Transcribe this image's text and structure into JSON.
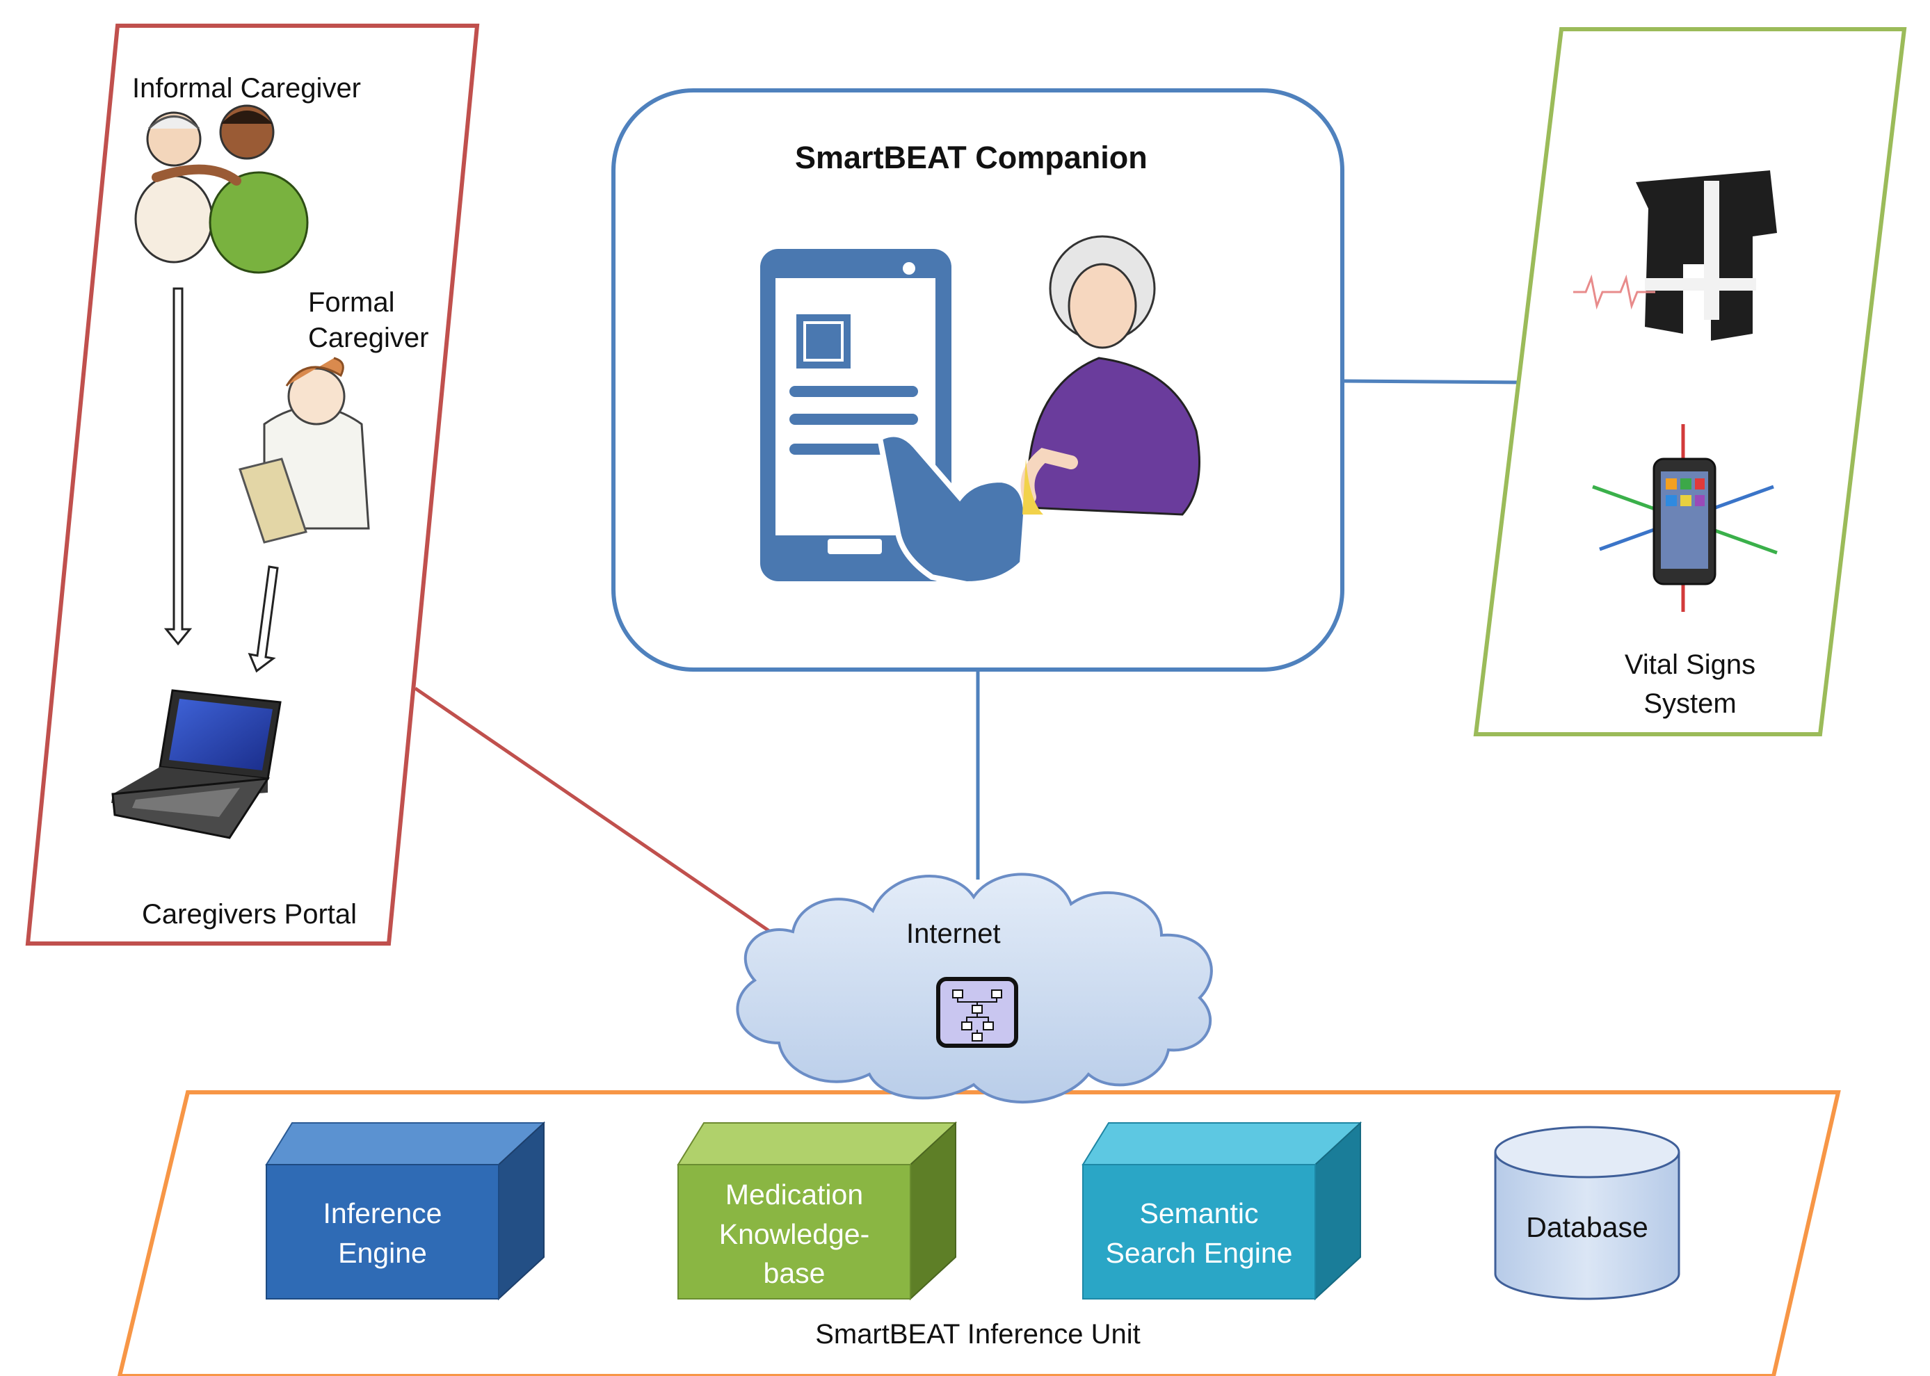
{
  "companion": {
    "title": "SmartBEAT Companion"
  },
  "portal": {
    "label": "Caregivers Portal",
    "informal": "Informal Caregiver",
    "formal_line1": "Formal",
    "formal_line2": "Caregiver"
  },
  "vital": {
    "line1": "Vital Signs",
    "line2": "System"
  },
  "internet": {
    "label": "Internet"
  },
  "unit": {
    "label": "SmartBEAT Inference Unit",
    "inference": [
      "Inference",
      "Engine"
    ],
    "medication": [
      "Medication",
      "Knowledge-",
      "base"
    ],
    "semantic": [
      "Semantic",
      "Search Engine"
    ],
    "database": "Database"
  },
  "colors": {
    "portal_border": "#c0504d",
    "companion_border": "#4f81bd",
    "vital_border": "#9bbb59",
    "unit_border": "#f79646",
    "inference_box": "#2e6db4",
    "medication_box": "#8cb544",
    "semantic_box": "#2ba6c8",
    "database": "#c5d5ec"
  }
}
